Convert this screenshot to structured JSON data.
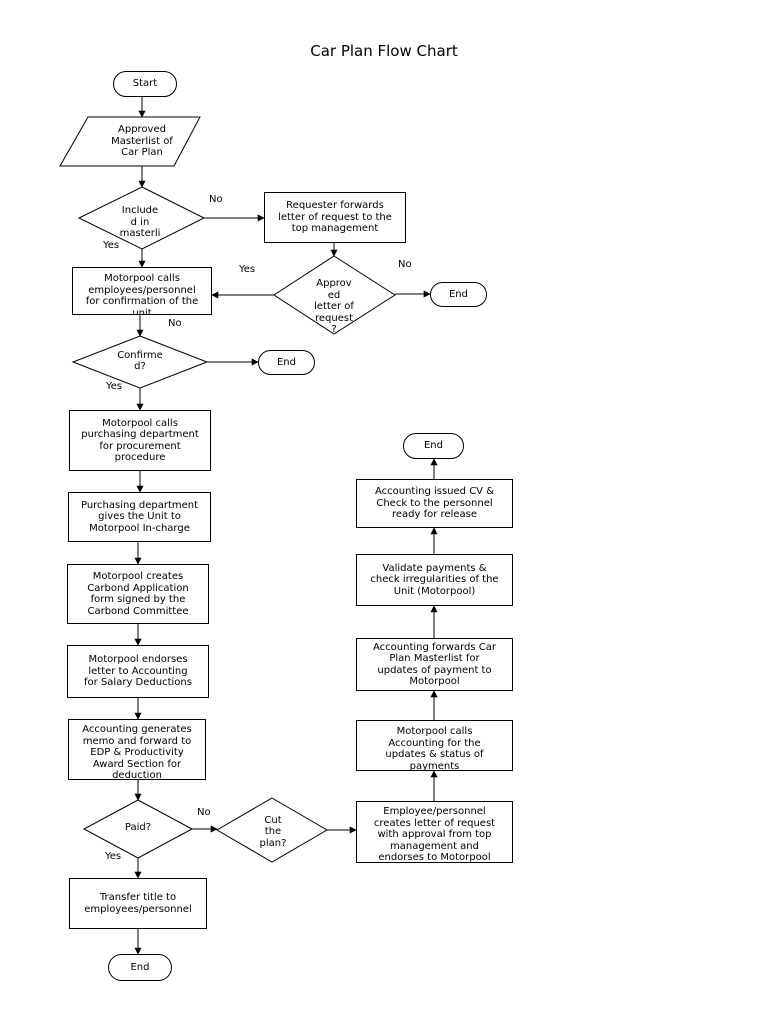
{
  "title": "Car Plan Flow Chart",
  "nodes": {
    "start": "Start",
    "approved_masterlist": "Approved\nMasterlist of\nCar Plan",
    "included_in_masterlist": "Include\nd in\nmasterli\nst?",
    "requester_forwards": "Requester forwards\nletter of request to the\ntop management",
    "motorpool_calls_confirmation": "Motorpool calls\nemployees/personnel\nfor confirmation of the\nunit",
    "approved_letter": "Approv\ned\nletter of\nrequest\n?",
    "end_after_approval": "End",
    "confirmed": "Confirme\nd?",
    "end_after_confirmed": "End",
    "motorpool_calls_purchasing": "Motorpool calls\npurchasing department\nfor procurement\nprocedure",
    "purchasing_gives_unit": "Purchasing department\ngives the Unit to\nMotorpool In-charge",
    "carbond_application": "Motorpool creates\nCarbond Application\nform signed by the\nCarbond Committee",
    "endorses_letter": "Motorpool endorses\nletter to Accounting\nfor Salary Deductions",
    "accounting_generates_memo": "Accounting generates\nmemo and forward to\nEDP & Productivity\nAward Section for\ndeduction",
    "paid": "Paid?",
    "transfer_title": "Transfer title to\nemployees/personnel",
    "end_final": "End",
    "cut_the_plan": "Cut\nthe\nplan?",
    "employee_creates_letter": "Employee/personnel\ncreates letter of request\nwith approval from top\nmanagement and\nendorses to Motorpool",
    "motorpool_calls_accounting": "Motorpool calls\nAccounting for the\nupdates & status of\npayments",
    "accounting_forwards_masterlist": "Accounting forwards Car\nPlan Masterlist for\nupdates of payment to\nMotorpool",
    "validate_payments": "Validate payments &\ncheck irregularities of the\nUnit (Motorpool)",
    "accounting_issued_cv": "Accounting issued CV &\nCheck to the personnel\nready for release",
    "end_release": "End"
  },
  "edge_labels": {
    "included_no": "No",
    "included_yes": "Yes",
    "approved_yes": "Yes",
    "approved_no": "No",
    "confirmed_no": "No",
    "confirmed_yes": "Yes",
    "paid_no": "No",
    "paid_yes": "Yes"
  }
}
